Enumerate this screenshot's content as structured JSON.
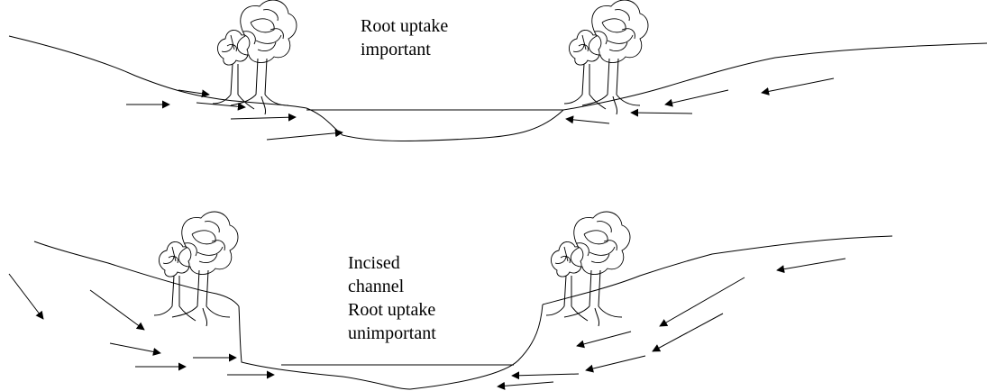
{
  "upper_label": {
    "line1": "Root uptake",
    "line2": "important"
  },
  "lower_label": {
    "line1": "Incised",
    "line2": "channel",
    "line3": "Root uptake",
    "line4": "unimportant"
  }
}
